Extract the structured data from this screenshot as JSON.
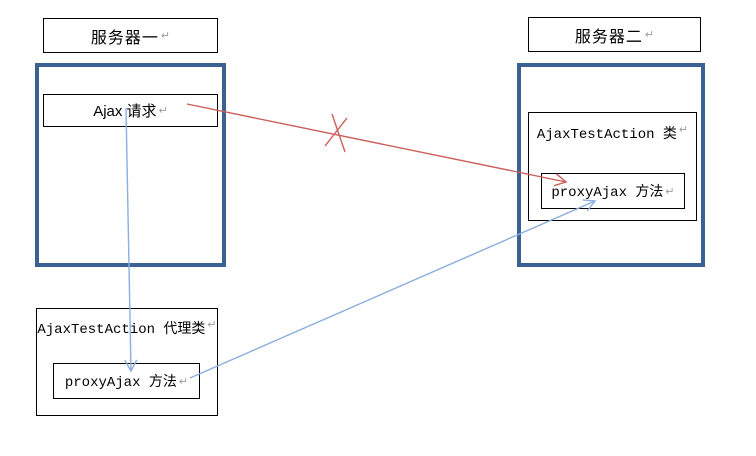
{
  "marks": {
    "paragraph_mark": "↵"
  },
  "colors": {
    "container_border": "#3a6191",
    "box_border": "#000000",
    "blocked_line": "#cb5f5c",
    "proxy_line": "#8aaedd",
    "paragraph_mark": "#9b9b9b"
  },
  "server1": {
    "title": "服务器一",
    "request_label": "Ajax 请求",
    "proxy_class_label": "AjaxTestAction 代理类",
    "proxy_method_label": "proxyAjax 方法"
  },
  "server2": {
    "title": "服务器二",
    "class_label": "AjaxTestAction 类",
    "method_label": "proxyAjax 方法"
  }
}
